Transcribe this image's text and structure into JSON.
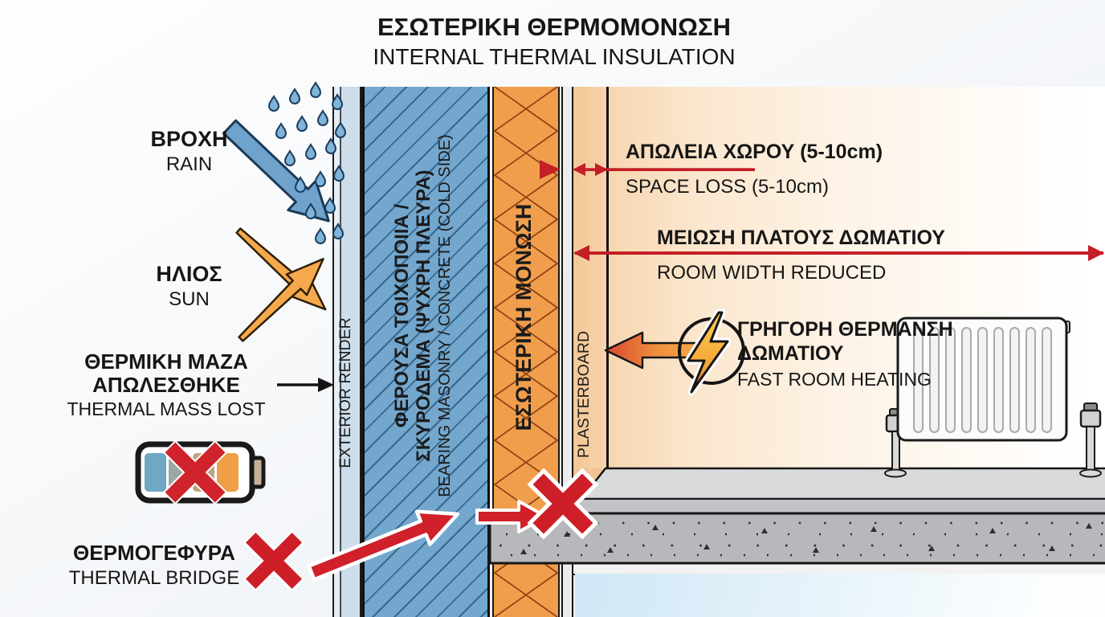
{
  "title": {
    "el": "ΕΣΩΤΕΡΙΚΗ ΘΕΡΜΟΜΟΝΩΣΗ",
    "en": "INTERNAL THERMAL INSULATION"
  },
  "left_labels": {
    "rain": {
      "el": "ΒΡΟΧΗ",
      "en": "RAIN"
    },
    "sun": {
      "el": "ΗΛΙΟΣ",
      "en": "SUN"
    },
    "thermal_mass": {
      "el1": "ΘΕΡΜΙΚΗ ΜΑΖΑ",
      "el2": "ΑΠΩΛΕΣΘΗΚΕ",
      "en": "THERMAL MASS LOST"
    },
    "thermal_bridge": {
      "el": "ΘΕΡΜΟΓΕΦΥΡΑ",
      "en": "THERMAL BRIDGE"
    }
  },
  "wall_layers": {
    "exterior_render": "EXTERIOR RENDER",
    "masonry_el1": "ΦΕΡΟΥΣΑ ΤΟΙΧΟΠΟΙΙΑ /",
    "masonry_el2": "ΣΚΥΡΟΔΕΜΑ (ΨΥΧΡΗ ΠΛΕΥΡΑ)",
    "masonry_en": "BEARING MASONRY / CONCRETE (COLD SIDE)",
    "insulation_el": "ΕΣΩΤΕΡΙΚΗ ΜΟΝΩΣΗ",
    "plasterboard": "PLASTERBOARD"
  },
  "annotations": {
    "space_loss": {
      "el": "ΑΠΩΛΕΙΑ ΧΩΡΟΥ (5-10cm)",
      "en": "SPACE LOSS (5-10cm)"
    },
    "room_width": {
      "el": "ΜΕΙΩΣΗ ΠΛΑΤΟΥΣ ΔΩΜΑΤΙΟΥ",
      "en": "ROOM WIDTH REDUCED"
    },
    "fast_heating": {
      "el1": "ΓΡΗΓΟΡΗ ΘΕΡΜΑΝΣΗ",
      "el2": "ΔΩΜΑΤΙΟΥ",
      "en": "FAST ROOM HEATING"
    }
  },
  "colors": {
    "accent_red": "#ce1f28",
    "annotation_red": "#c41e26",
    "masonry_blue": "#74a7cd",
    "insulation_orange": "#f19e4c",
    "render_blue": "#cdddea"
  }
}
